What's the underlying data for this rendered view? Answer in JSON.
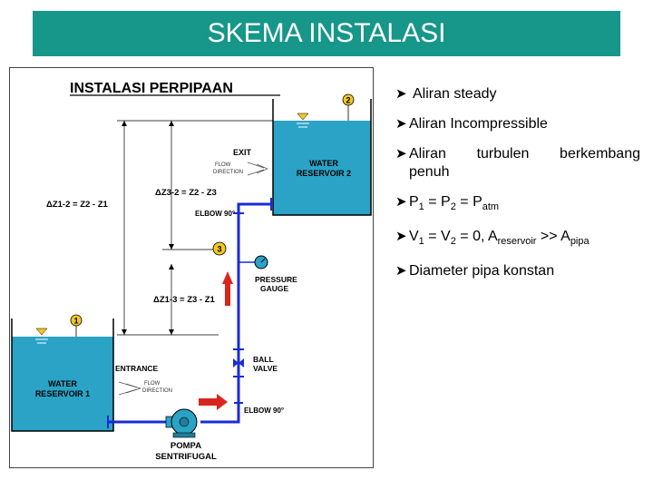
{
  "title": "SKEMA INSTALASI",
  "diagram": {
    "heading": "INSTALASI PERPIPAAN",
    "point1": "1",
    "point2": "2",
    "point3": "3",
    "exit_label": "EXIT",
    "flow_dir_1": "FLOW",
    "flow_dir_2": "DIRECTION",
    "reservoir2_line1": "WATER",
    "reservoir2_line2": "RESERVOIR 2",
    "reservoir1_line1": "WATER",
    "reservoir1_line2": "RESERVOIR 1",
    "dz12": "ΔZ1-2 = Z2 - Z1",
    "dz32": "ΔZ3-2 = Z2 - Z3",
    "dz13": "ΔZ1-3 = Z3 - Z1",
    "elbow_top": "ELBOW 90°",
    "elbow_bottom": "ELBOW 90°",
    "pressure_gauge_1": "PRESSURE",
    "pressure_gauge_2": "GAUGE",
    "ball_valve_1": "BALL",
    "ball_valve_2": "VALVE",
    "entrance_label": "ENTRANCE",
    "pump_1": "POMPA",
    "pump_2": "SENTRIFUGAL"
  },
  "bullets": {
    "b1": "Aliran steady",
    "b2": "Aliran Incompressible",
    "b3_words": [
      "Aliran",
      "turbulen",
      "berkembang"
    ],
    "b3_line2": "penuh",
    "b4": {
      "p1": "P",
      "s1": "1",
      "eq1": " = P",
      "s2": "2",
      "eq2": " = P",
      "s3": "atm"
    },
    "b5": {
      "v": "V",
      "s1": "1",
      "eq1": " = V",
      "s2": "2",
      "eq2": " = 0, A",
      "s3": "reservoir",
      "gt": " >> A",
      "s4": "pipa"
    },
    "b6": "Diameter pipa konstan"
  },
  "colors": {
    "title_bg": "#17968a",
    "water": "#2aa3c7",
    "pipe": "#1a2bd6",
    "arrow_red": "#d9261c",
    "point_marker": "#f2c81f"
  }
}
